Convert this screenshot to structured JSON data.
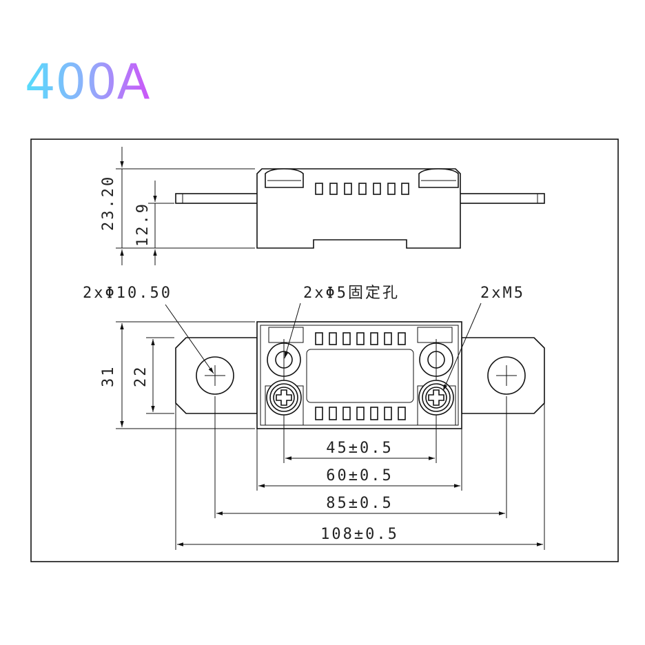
{
  "title": "400A",
  "colors": {
    "title_start": "#55dcfb",
    "title_end": "#cc55f8",
    "line": "#111111"
  },
  "side_view": {
    "height_total": "23.20",
    "height_plate": "12.9"
  },
  "front_view": {
    "height_total": "31",
    "height_plate": "22",
    "callout_big_hole": "2xΦ10.50",
    "callout_fix_hole": "2xΦ5固定孔",
    "callout_thread": "2xM5",
    "dim_45": "45±0.5",
    "dim_60": "60±0.5",
    "dim_85": "85±0.5",
    "dim_108": "108±0.5"
  }
}
